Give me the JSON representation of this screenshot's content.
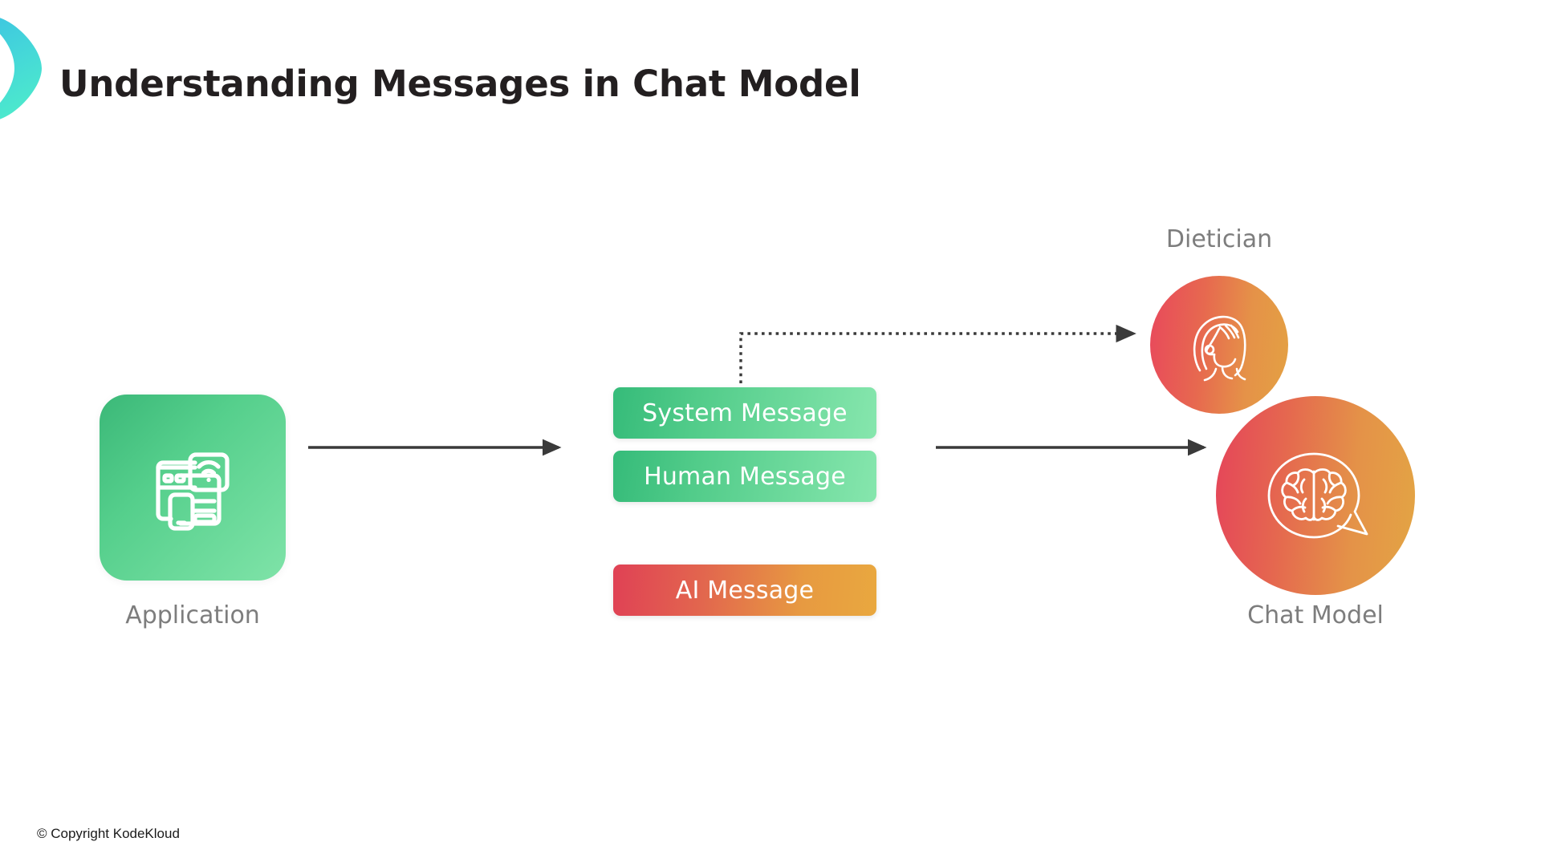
{
  "slide": {
    "title": "Understanding Messages in Chat Model",
    "copyright": "© Copyright KodeKloud",
    "background_color": "#ffffff",
    "title_color": "#231f20",
    "brand_gradient": [
      "#3ec6e0",
      "#4ae3d0"
    ]
  },
  "nodes": {
    "application": {
      "caption": "Application",
      "icon": "responsive-devices-icon",
      "gradient": [
        "#3bb878",
        "#7fe3a8"
      ]
    },
    "dietician": {
      "caption": "Dietician",
      "icon": "person-profile-icon",
      "gradient": [
        "#e8485c",
        "#e4a143"
      ]
    },
    "chat_model": {
      "caption": "Chat Model",
      "icon": "brain-speech-bubble-icon",
      "gradient": [
        "#e5445a",
        "#e3a544"
      ]
    }
  },
  "messages": [
    {
      "label": "System Message",
      "kind": "system",
      "accent": "#35bb79"
    },
    {
      "label": "Human Message",
      "kind": "human",
      "accent": "#52cc8a"
    },
    {
      "label": "AI Message",
      "kind": "ai",
      "accent": "#e04155"
    }
  ],
  "connectors": [
    {
      "name": "application-to-messages",
      "style": "solid",
      "from": "application",
      "to": "messages"
    },
    {
      "name": "messages-to-chat-model",
      "style": "solid",
      "from": "messages",
      "to": "chat_model"
    },
    {
      "name": "system-message-to-dietician",
      "style": "dotted",
      "from": "system_message",
      "to": "dietician"
    }
  ],
  "caption_color": "#7d7d7d",
  "connector_color": "#3a3a3a"
}
